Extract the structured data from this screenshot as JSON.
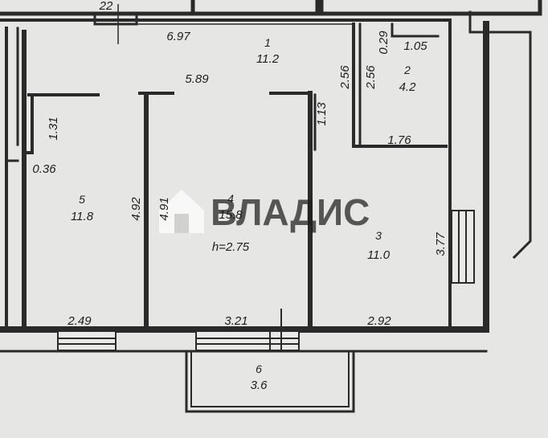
{
  "watermark": {
    "brand": "ВЛАДИС"
  },
  "rooms": [
    {
      "number": "1",
      "area": "11.2"
    },
    {
      "number": "2",
      "area": "4.2"
    },
    {
      "number": "3",
      "area": "11.0"
    },
    {
      "number": "4",
      "area": "15.8"
    },
    {
      "number": "5",
      "area": "11.8"
    },
    {
      "number": "6",
      "area": "3.6"
    }
  ],
  "height_label": "h=2.75",
  "dimensions": {
    "top_neighbor": "22",
    "corridor_width": "6.97",
    "room4_top": "5.89",
    "room2_top": "1.05",
    "room2_gap": "0.29",
    "room2_side_a": "2.56",
    "room2_side_b": "2.56",
    "room2_bottom": "1.76",
    "wall_1_13": "1.13",
    "wall_1_31": "1.31",
    "wall_0_36": "0.36",
    "room4_left_a": "4.92",
    "room4_left_b": "4.91",
    "room3_right": "3.77",
    "room5_bottom": "2.49",
    "room4_bottom": "3.21",
    "room3_bottom": "2.92"
  }
}
